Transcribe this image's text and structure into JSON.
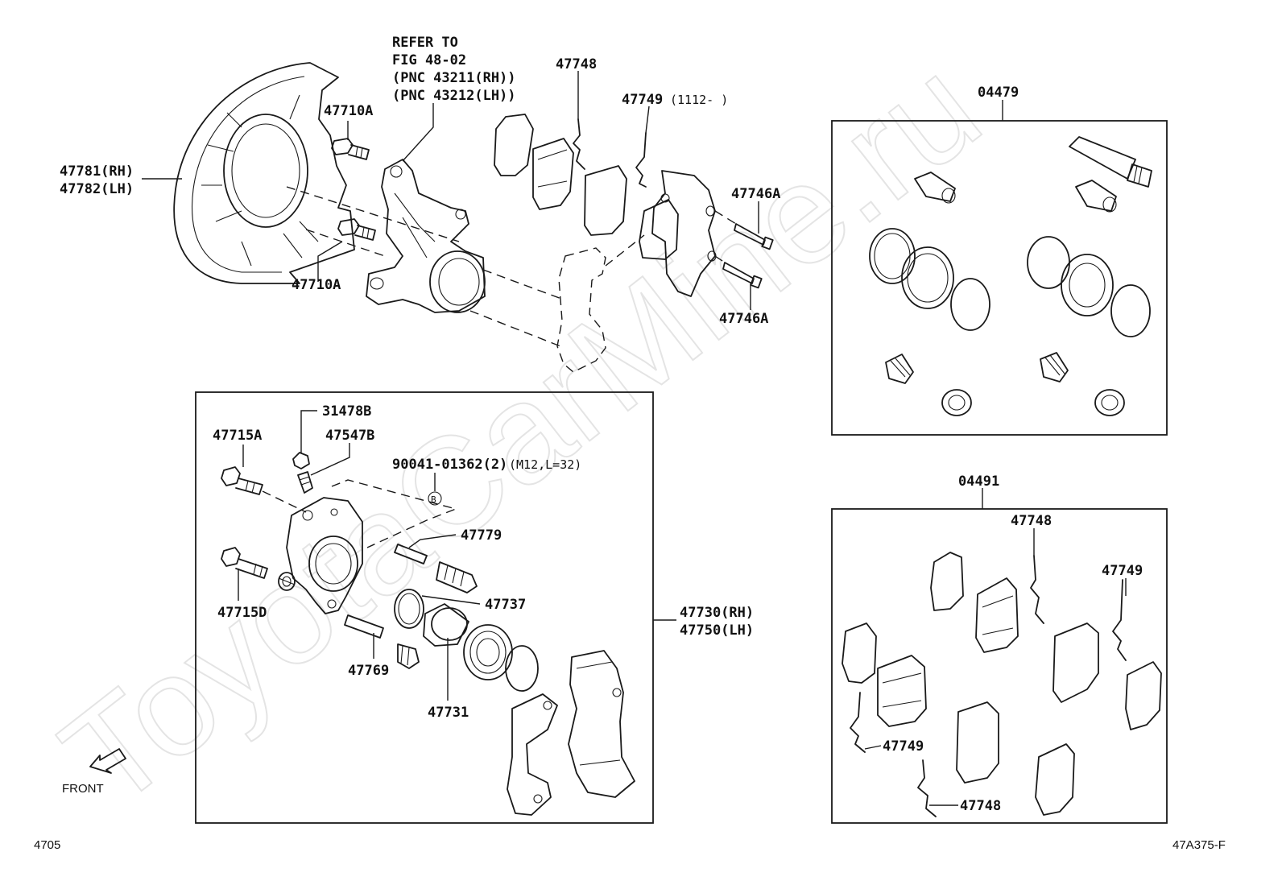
{
  "refer_note": {
    "line1": "REFER TO",
    "line2": "FIG 48-02",
    "line3": "(PNC 43211(RH))",
    "line4": "(PNC 43212(LH))"
  },
  "labels": {
    "p47781": "47781(RH)",
    "p47782": "47782(LH)",
    "p47710a_top": "47710A",
    "p47710a_bottom": "47710A",
    "p47748_top": "47748",
    "p47749_top": "47749",
    "p47749_top_range": "(1112-    )",
    "p47746a_top": "47746A",
    "p47746a_bottom": "47746A",
    "p04479": "04479",
    "p04491": "04491",
    "p31478b": "31478B",
    "p47547b": "47547B",
    "p47715a": "47715A",
    "p90041": "90041-01362(2)",
    "p90041_spec": "(M12,L=32)",
    "marker_b": "B",
    "p47779": "47779",
    "p47737": "47737",
    "p47715d": "47715D",
    "p47769": "47769",
    "p47731": "47731",
    "p47730": "47730(RH)",
    "p47750": "47750(LH)",
    "p47748_kit_top": "47748",
    "p47749_kit_right": "47749",
    "p47749_kit_left": "47749",
    "p47748_kit_bottom": "47748"
  },
  "front_label": "FRONT",
  "footer": {
    "left": "4705",
    "right": "47A375-F"
  },
  "watermark": "ToyotaCarMine.ru"
}
